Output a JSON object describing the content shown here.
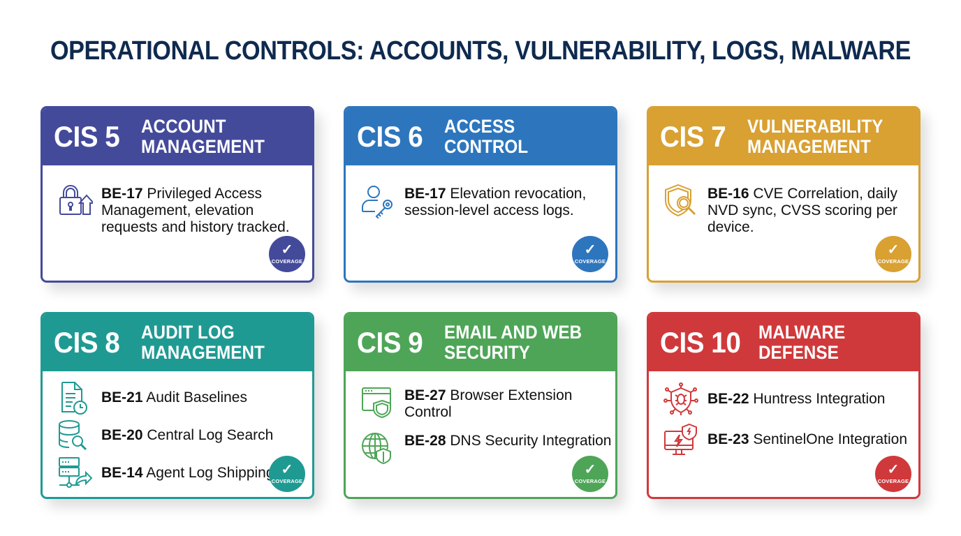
{
  "title": "OPERATIONAL CONTROLS: ACCOUNTS, VULNERABILITY, LOGS, MALWARE",
  "colors": {
    "title": "#0f2a4f",
    "cis5": "#444a9a",
    "cis6": "#2d76bd",
    "cis7": "#d9a032",
    "cis8": "#1f9a93",
    "cis9": "#4ea557",
    "cis10": "#d0393b"
  },
  "cards": [
    {
      "number": "CIS 5",
      "title": "ACCOUNT\nMANAGEMENT",
      "color": "#444a9a",
      "items": [
        {
          "id": "BE-17",
          "text": "Privileged Access Management, elevation requests and history tracked.",
          "icon": "lock-arrow-up-icon"
        }
      ],
      "badge": {
        "check": "✓",
        "label": "COVERAGE"
      }
    },
    {
      "number": "CIS 6",
      "title": "ACCESS\nCONTROL",
      "color": "#2d76bd",
      "items": [
        {
          "id": "BE-17",
          "text": "Elevation revocation, session-level access logs.",
          "icon": "user-key-icon"
        }
      ],
      "badge": {
        "check": "✓",
        "label": "COVERAGE"
      }
    },
    {
      "number": "CIS 7",
      "title": "VULNERABILITY\nMANAGEMENT",
      "color": "#d9a032",
      "items": [
        {
          "id": "BE-16",
          "text": "CVE Correlation, daily NVD sync, CVSS scoring per device.",
          "icon": "shield-search-icon"
        }
      ],
      "badge": {
        "check": "✓",
        "label": "COVERAGE"
      }
    },
    {
      "number": "CIS 8",
      "title": "AUDIT LOG\nMANAGEMENT",
      "color": "#1f9a93",
      "items": [
        {
          "id": "BE-21",
          "text": "Audit Baselines",
          "icon": "document-clock-icon"
        },
        {
          "id": "BE-20",
          "text": "Central Log Search",
          "icon": "database-search-icon"
        },
        {
          "id": "BE-14",
          "text": "Agent Log Shipping",
          "icon": "server-share-icon"
        }
      ],
      "badge": {
        "check": "✓",
        "label": "COVERAGE"
      }
    },
    {
      "number": "CIS 9",
      "title": "EMAIL AND WEB\nSECURITY",
      "color": "#4ea557",
      "items": [
        {
          "id": "BE-27",
          "text": "Browser Extension Control",
          "icon": "browser-shield-icon"
        },
        {
          "id": "BE-28",
          "text": "DNS Security Integration",
          "icon": "globe-shield-icon"
        }
      ],
      "badge": {
        "check": "✓",
        "label": "COVERAGE"
      }
    },
    {
      "number": "CIS 10",
      "title": "MALWARE\nDEFENSE",
      "color": "#d0393b",
      "items": [
        {
          "id": "BE-22",
          "text": "Huntress Integration",
          "icon": "virus-shield-icon"
        },
        {
          "id": "BE-23",
          "text": "SentinelOne Integration",
          "icon": "monitor-bolt-shield-icon"
        }
      ],
      "badge": {
        "check": "✓",
        "label": "COVERAGE"
      }
    }
  ]
}
